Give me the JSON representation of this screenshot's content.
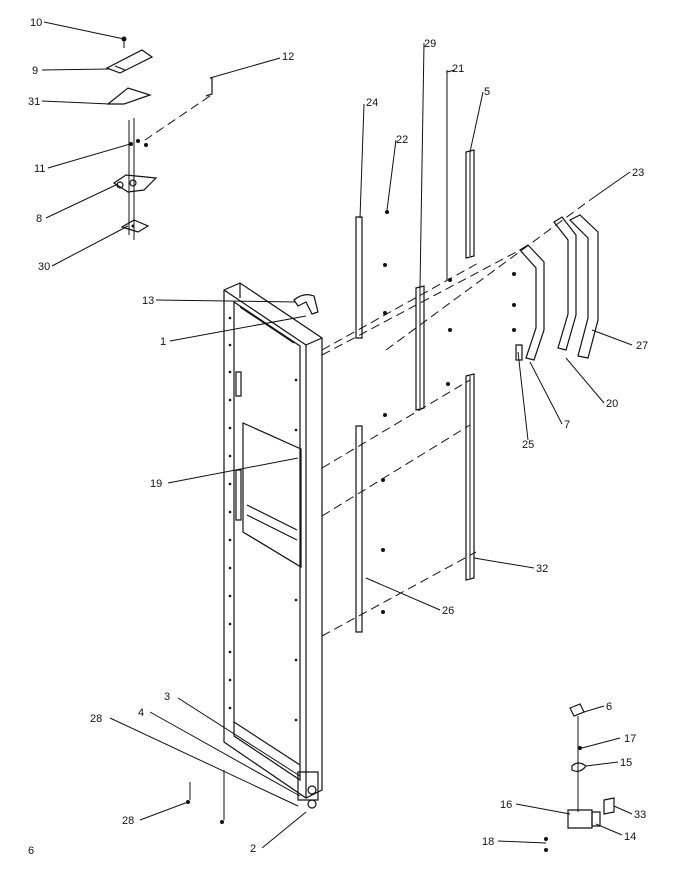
{
  "callouts": {
    "c1": "1",
    "c2": "2",
    "c3": "3",
    "c4": "4",
    "c5": "5",
    "c6": "6",
    "c7": "7",
    "c8": "8",
    "c9": "9",
    "c10": "10",
    "c11": "11",
    "c12": "12",
    "c13": "13",
    "c14": "14",
    "c15": "15",
    "c16": "16",
    "c17": "17",
    "c18": "18",
    "c19": "19",
    "c20": "20",
    "c21": "21",
    "c22": "22",
    "c23": "23",
    "c24": "24",
    "c25": "25",
    "c26": "26",
    "c27": "27",
    "c28a": "28",
    "c28b": "28",
    "c29": "29",
    "c30": "30",
    "c31": "31",
    "c32": "32",
    "c33": "33"
  },
  "page_number": "6"
}
